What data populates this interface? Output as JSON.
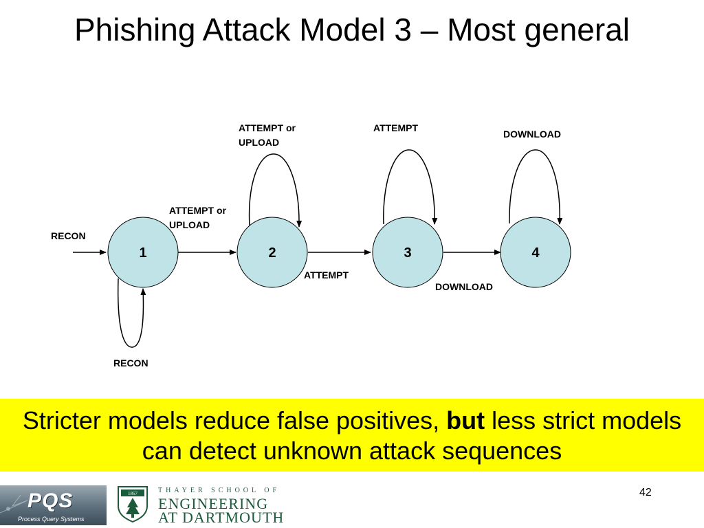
{
  "slide": {
    "title": "Phishing Attack Model 3 – Most general",
    "page_number": "42"
  },
  "diagram": {
    "nodes": [
      {
        "id": "1",
        "label": "1"
      },
      {
        "id": "2",
        "label": "2"
      },
      {
        "id": "3",
        "label": "3"
      },
      {
        "id": "4",
        "label": "4"
      }
    ],
    "labels": {
      "recon_entry": "RECON",
      "recon_loop": "RECON",
      "edge_1_2_line1": "ATTEMPT or",
      "edge_1_2_line2": "UPLOAD",
      "loop_2_line1": "ATTEMPT or",
      "loop_2_line2": "UPLOAD",
      "edge_2_3": "ATTEMPT",
      "loop_3": "ATTEMPT",
      "edge_3_4": "DOWNLOAD",
      "loop_4": "DOWNLOAD"
    },
    "colors": {
      "node_fill": "#bfe3e6",
      "node_stroke": "#000000"
    }
  },
  "banner": {
    "text_before": "Stricter models reduce false positives, ",
    "text_bold": "but",
    "text_after": " less strict models can detect unknown attack sequences",
    "color": "#ffff00"
  },
  "footer": {
    "pqs_logo_text": "PQS",
    "pqs_subtitle": "Process Query Systems",
    "thayer_line1": "THAYER SCHOOL OF",
    "thayer_line2": "ENGINEERING",
    "thayer_line3": "AT DARTMOUTH",
    "shield_year": "1867"
  }
}
